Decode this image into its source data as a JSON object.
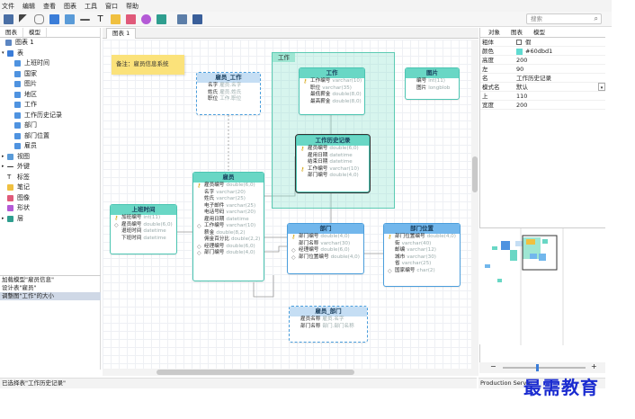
{
  "menu": [
    "文件",
    "编辑",
    "查看",
    "图表",
    "工具",
    "窗口",
    "帮助"
  ],
  "search": {
    "placeholder": "搜索"
  },
  "left": {
    "tabs": [
      "图表",
      "模型"
    ],
    "tree": [
      "图表 1",
      "表",
      "上班时间",
      "国家",
      "图片",
      "地区",
      "工作",
      "工作历史记录",
      "部门",
      "部门位置",
      "雇员",
      "视图",
      "外键",
      "标签",
      "笔记",
      "图像",
      "形状",
      "层"
    ],
    "log": [
      "加载模型\"雇员信息\"",
      "设计表\"雇员\"",
      "调整图\"工作\"的大小"
    ]
  },
  "canvas": {
    "tab": "图表 1",
    "note": "备注：雇员信息系统",
    "group_label": "工作",
    "entities": {
      "emp_job": {
        "title": "雇员_工作",
        "rows": [
          [
            "",
            "名字",
            "雇员.名字"
          ],
          [
            "",
            "姓氏",
            "雇员.姓氏"
          ],
          [
            "",
            "职位",
            "工作.职位"
          ]
        ]
      },
      "job": {
        "title": "工作",
        "rows": [
          [
            "k",
            "工作编号",
            "varchar(10)"
          ],
          [
            "",
            "职位",
            "varchar(35)"
          ],
          [
            "",
            "最低薪金",
            "double(8,0)"
          ],
          [
            "",
            "最高薪金",
            "double(8,0)"
          ]
        ]
      },
      "picture": {
        "title": "图片",
        "rows": [
          [
            "",
            "编号",
            "int(11)"
          ],
          [
            "",
            "图片",
            "longblob"
          ]
        ]
      },
      "jobhist": {
        "title": "工作历史记录",
        "rows": [
          [
            "k",
            "雇员编号",
            "double(6,0)"
          ],
          [
            "",
            "雇用日期",
            "datetime"
          ],
          [
            "",
            "结束日期",
            "datetime"
          ],
          [
            "k",
            "工作编号",
            "varchar(10)"
          ],
          [
            "",
            "部门编号",
            "double(4,0)"
          ]
        ]
      },
      "shift": {
        "title": "上班时间",
        "rows": [
          [
            "k",
            "加班编号",
            "int(11)"
          ],
          [
            "o",
            "雇员编号",
            "double(6,0)"
          ],
          [
            "",
            "退班时间",
            "datetime"
          ],
          [
            "",
            "下班时间",
            "datetime"
          ]
        ]
      },
      "employee": {
        "title": "雇员",
        "rows": [
          [
            "k",
            "雇员编号",
            "double(6,0)"
          ],
          [
            "",
            "名字",
            "varchar(20)"
          ],
          [
            "",
            "姓氏",
            "varchar(25)"
          ],
          [
            "",
            "电子邮件",
            "varchar(25)"
          ],
          [
            "",
            "电话号码",
            "varchar(20)"
          ],
          [
            "",
            "雇用日期",
            "datetime"
          ],
          [
            "o",
            "工作编号",
            "varchar(10)"
          ],
          [
            "",
            "薪金",
            "double(8,2)"
          ],
          [
            "",
            "佣金百分比",
            "double(2,2)"
          ],
          [
            "o",
            "经理编号",
            "double(6,0)"
          ],
          [
            "o",
            "部门编号",
            "double(4,0)"
          ]
        ]
      },
      "dept": {
        "title": "部门",
        "rows": [
          [
            "k",
            "部门编号",
            "double(4,0)"
          ],
          [
            "",
            "部门名称",
            "varchar(30)"
          ],
          [
            "o",
            "经理编号",
            "double(6,0)"
          ],
          [
            "o",
            "部门位置编号",
            "double(4,0)"
          ]
        ]
      },
      "loc": {
        "title": "部门位置",
        "rows": [
          [
            "k",
            "部门位置编号",
            "double(4,0)"
          ],
          [
            "",
            "街",
            "varchar(40)"
          ],
          [
            "",
            "邮编",
            "varchar(12)"
          ],
          [
            "",
            "城市",
            "varchar(30)"
          ],
          [
            "",
            "省",
            "varchar(25)"
          ],
          [
            "o",
            "国家编号",
            "char(2)"
          ]
        ]
      },
      "empdept": {
        "title": "雇员_部门",
        "rows": [
          [
            "",
            "雇员名称",
            "雇员.名字"
          ],
          [
            "",
            "部门名称",
            "部门.部门名称"
          ]
        ]
      }
    }
  },
  "right": {
    "tabs": [
      "对象",
      "图表",
      "模型"
    ],
    "props": [
      {
        "k": "粗体",
        "v": "假"
      },
      {
        "k": "颜色",
        "v": "#60dbd1"
      },
      {
        "k": "高度",
        "v": "200"
      },
      {
        "k": "左",
        "v": "90"
      },
      {
        "k": "名",
        "v": "工作历史记录"
      },
      {
        "k": "模式名",
        "v": "默认"
      },
      {
        "k": "上",
        "v": "110"
      },
      {
        "k": "宽度",
        "v": "200"
      }
    ],
    "colors": {
      "swatch": "#60dbd1"
    }
  },
  "status": {
    "left": "已选择表\"工作历史记录\"",
    "right": "Production Server"
  },
  "watermark": "最需教育"
}
